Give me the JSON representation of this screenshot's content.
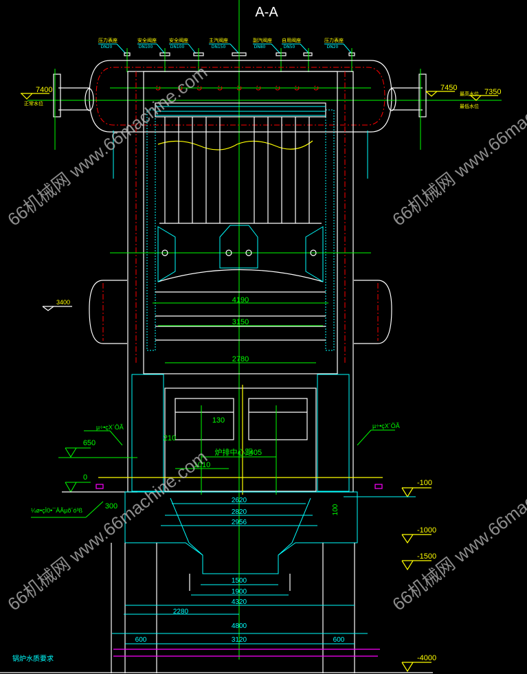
{
  "title": "A-A",
  "nozzles": [
    {
      "name": "压力表座",
      "size": "DN20"
    },
    {
      "name": "安全阀座",
      "size": "DN100"
    },
    {
      "name": "安全阀座",
      "size": "DN100"
    },
    {
      "name": "主汽阀座",
      "size": "DN150"
    },
    {
      "name": "副汽阀座",
      "size": "DN80"
    },
    {
      "name": "自用阀座",
      "size": "DN50"
    },
    {
      "name": "压力表座",
      "size": "DN20"
    }
  ],
  "water_levels": {
    "normal_value": "7400",
    "normal_label": "正常水位",
    "high_value": "7450",
    "high_label": "最高水位",
    "low_value": "7350",
    "low_label": "最低水位"
  },
  "elevations": {
    "lower_drum": "3400",
    "e650": "650",
    "e0": "0",
    "em100": "-100",
    "em1000": "-1000",
    "em1500": "-1500",
    "em4000": "-4000"
  },
  "dimensions": {
    "d4190": "4190",
    "d3150": "3150",
    "d2780": "2780",
    "d130": "130",
    "d210": "210",
    "grate_center_label": "炉排中心距",
    "d405": "405",
    "d1010": "1010",
    "d300": "300",
    "d100": "100",
    "d2620": "2620",
    "d2820": "2820",
    "d2956": "2956",
    "d1500": "1500",
    "d1900": "1900",
    "d4320": "4320",
    "d2280": "2280",
    "d4800": "4800",
    "d600a": "600",
    "d3120": "3120",
    "d600b": "600"
  },
  "garbled_notes": {
    "left_upper": "µ÷•çX´ÖÃ",
    "right_upper": "µ÷•çX´ÖÃ",
    "left_lower": "¼ø•çÌ0•¯ÀÄµõ´ó³ß"
  },
  "water_quality_note": "锅炉水质要求",
  "watermark": "66机械网 www.66machine.com",
  "colors": {
    "background": "#000000",
    "outline": "#ffffff",
    "centerline": "#00ff00",
    "dimension": "#00ffff",
    "hidden": "#ff0000",
    "level": "#ffff00"
  }
}
